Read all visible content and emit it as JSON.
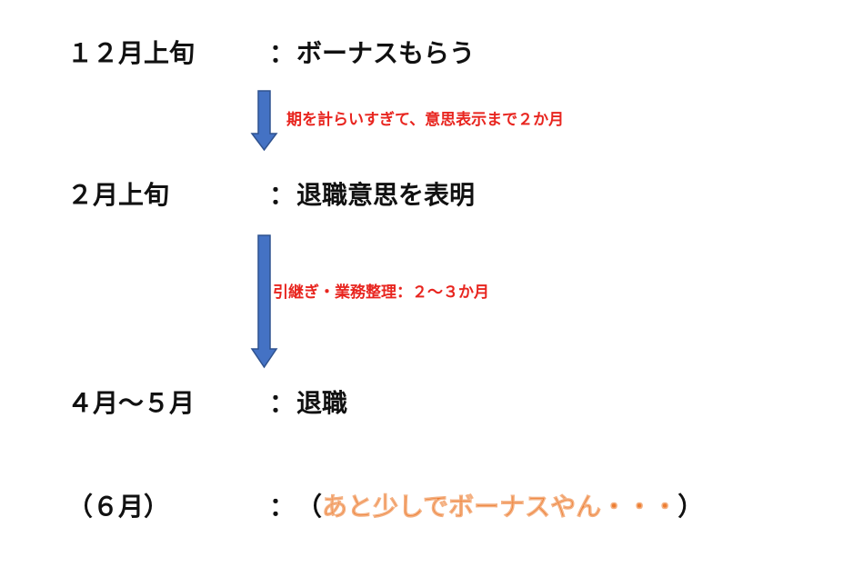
{
  "timeline": {
    "rows": [
      {
        "date": "１２月上旬",
        "colon": "：",
        "event": "ボーナスもらう"
      },
      {
        "date": "２月上旬",
        "colon": "：",
        "event": "退職意思を表明"
      },
      {
        "date": "４月～５月",
        "colon": "：",
        "event": "退職"
      },
      {
        "date": "（６月）",
        "colon": "：",
        "event_open": "（",
        "event_emphasis": "あと少しでボーナスやん・・・",
        "event_close": "）"
      }
    ],
    "notes": [
      {
        "text": "期を計らいすぎて、意思表示まで２か月"
      },
      {
        "text": "引継ぎ・業務整理：２～３か月"
      }
    ]
  },
  "colors": {
    "text": "#111111",
    "note": "#e8251f",
    "arrow_fill": "#4472c4",
    "arrow_stroke": "#2f528f",
    "emphasis_fill": "#ed7d31",
    "emphasis_outline": "#fbe3cf"
  }
}
